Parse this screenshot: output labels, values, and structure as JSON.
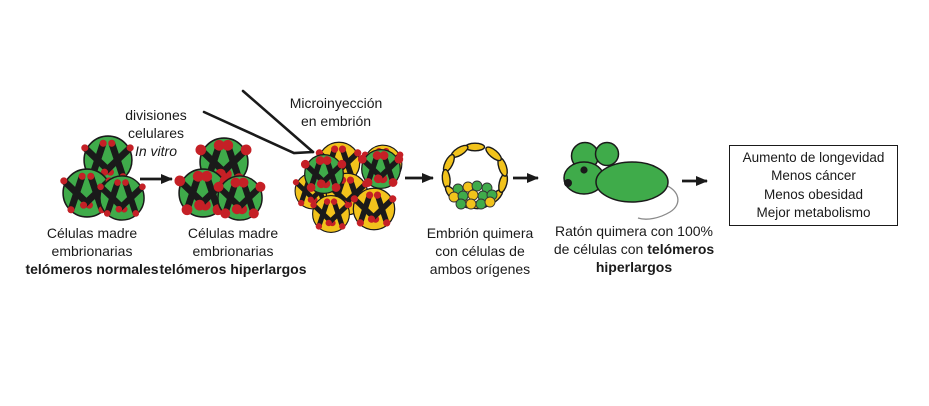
{
  "palette": {
    "green": "#3fab4a",
    "yellow": "#f2c31c",
    "red": "#c52026",
    "ink": "#1a1a1a",
    "tail": "#8a8a8a",
    "bg": "#ffffff"
  },
  "labels": {
    "divisions": {
      "line1": "divisiones",
      "line2": "celulares",
      "line3_italic": "In vitro"
    },
    "microinjection": {
      "line1": "Microinyección",
      "line2": "en embrión"
    },
    "cluster_normal": {
      "line1": "Células madre",
      "line2": "embrionarias",
      "line3_bold": "telómeros normales"
    },
    "cluster_hyperlong": {
      "line1": "Células madre",
      "line2": "embrionarias",
      "line3_bold": "telómeros hiperlargos"
    },
    "embryo": {
      "line1": "Embrión quimera",
      "line2": "con células de",
      "line3": "ambos orígenes"
    },
    "mouse": {
      "line1": "Ratón quimera con 100%",
      "line2_regular": "de células con ",
      "line2_bold": "telómeros",
      "line3_bold": "hiperlargos"
    }
  },
  "outcomes_box": {
    "items": [
      "Aumento de longevidad",
      "Menos cáncer",
      "Menos obesidad",
      "Mejor metabolismo"
    ]
  }
}
